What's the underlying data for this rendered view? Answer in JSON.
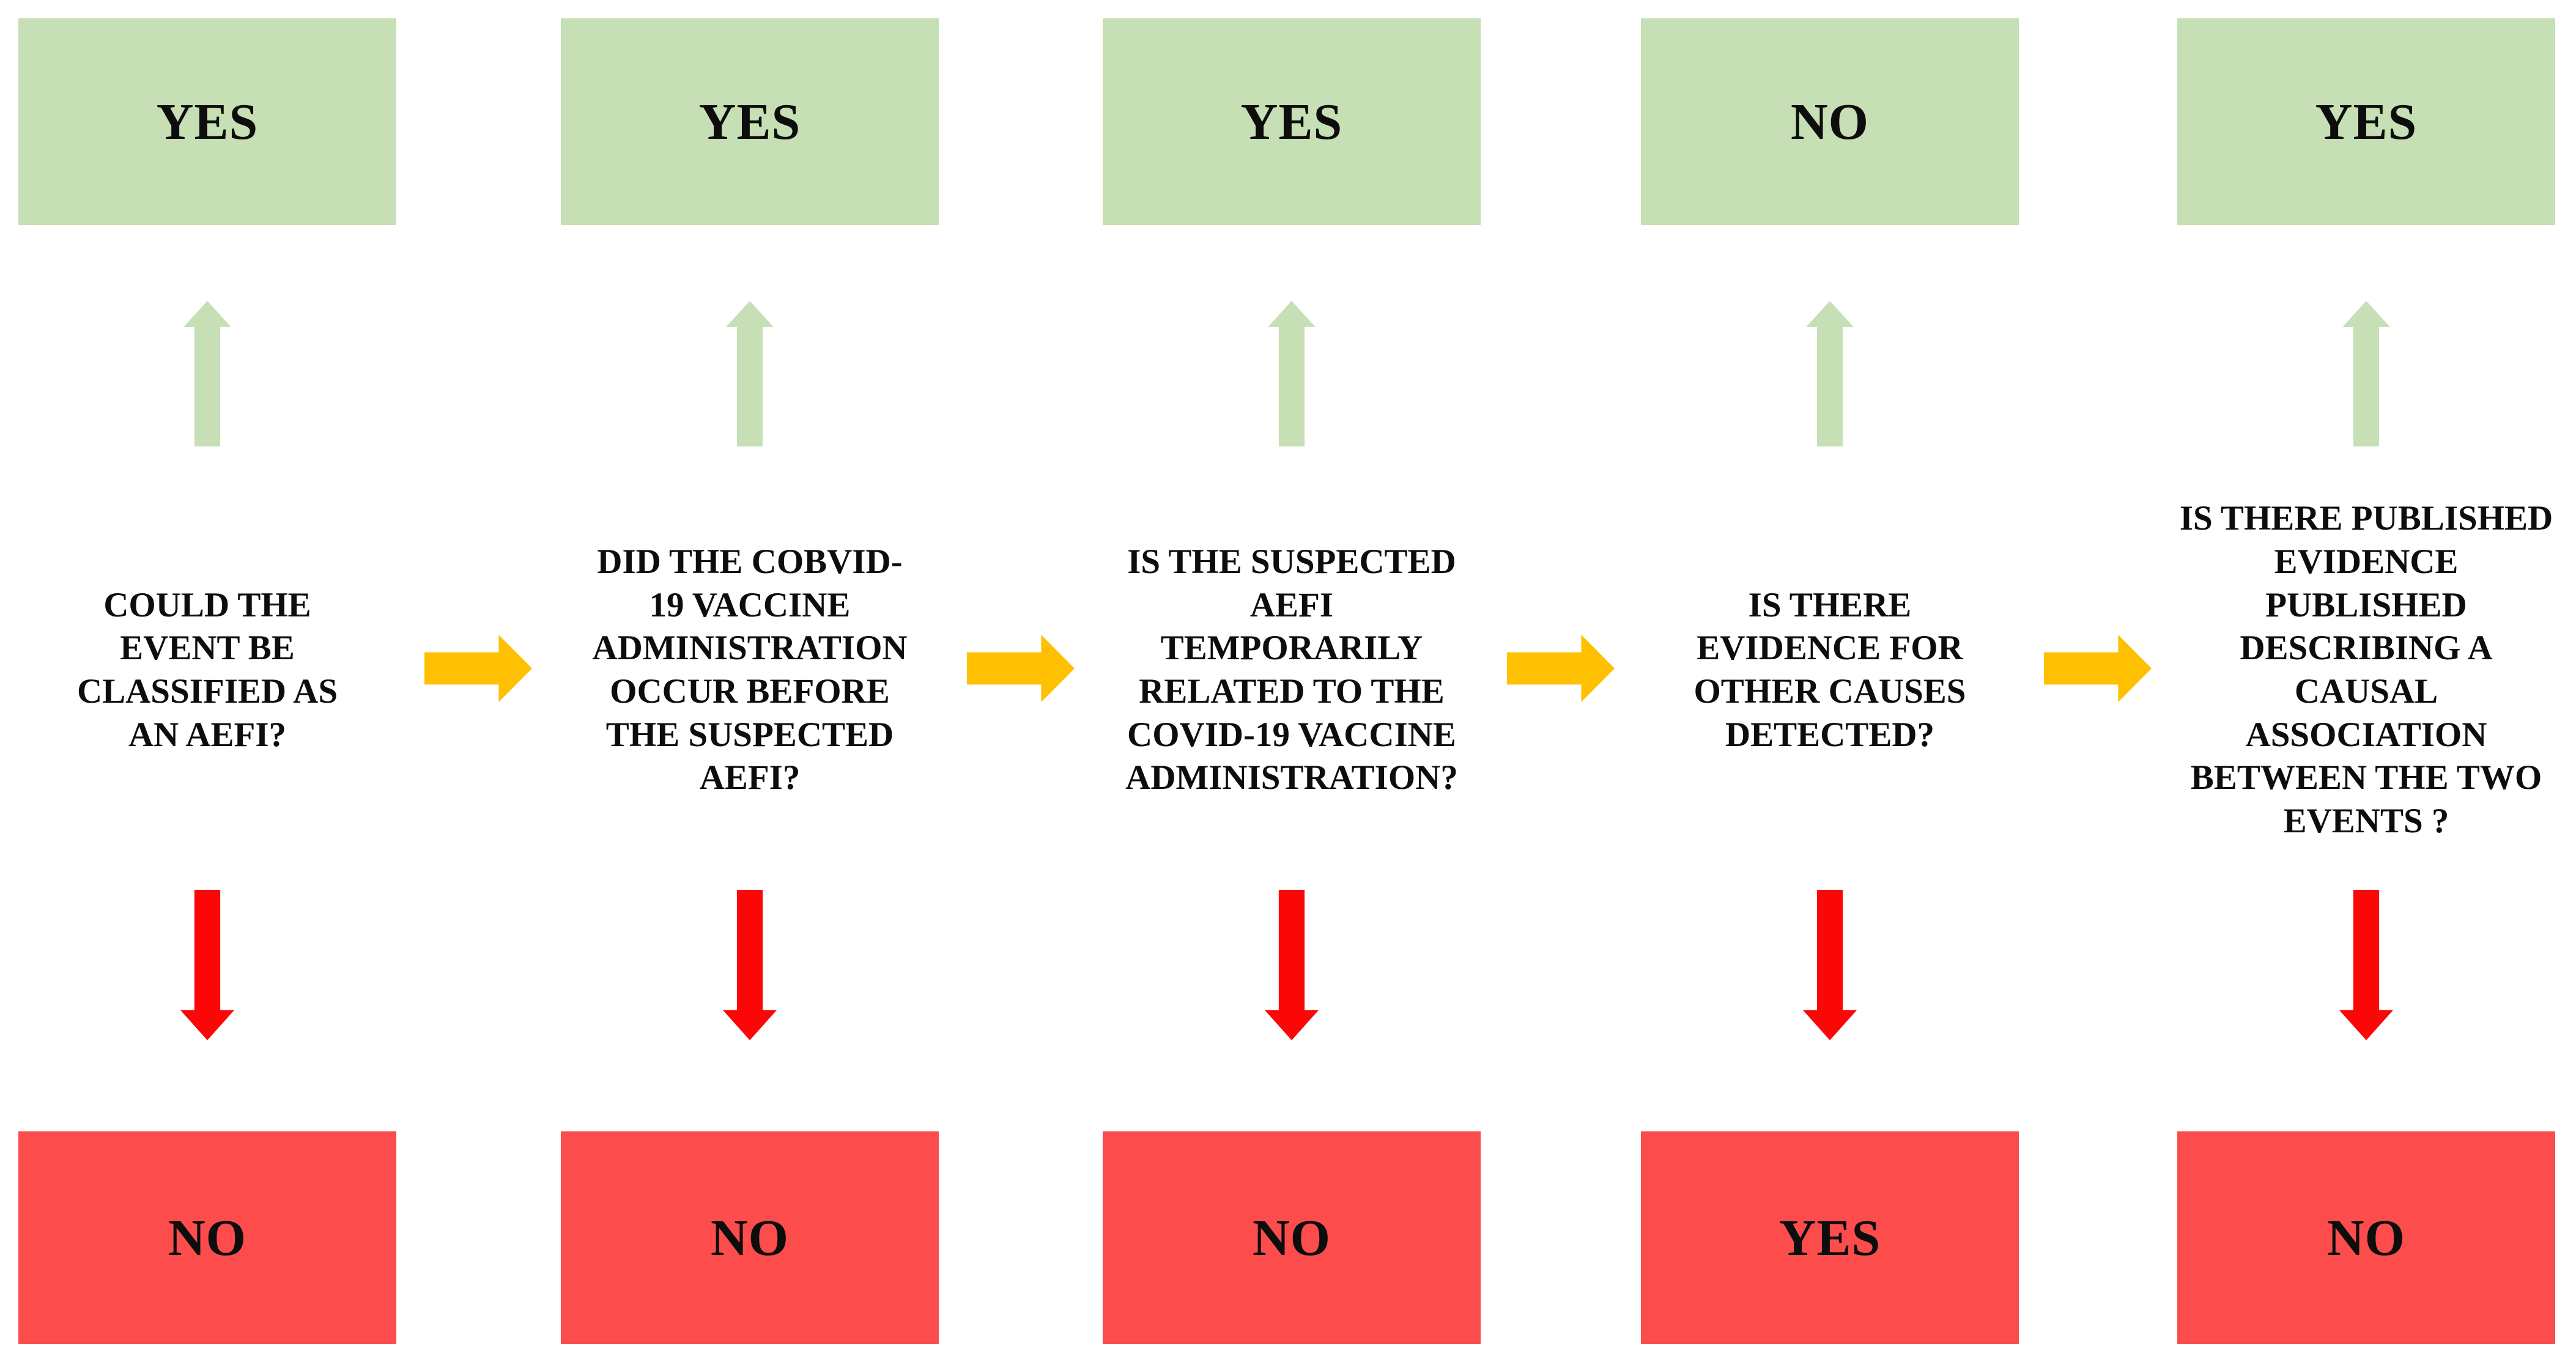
{
  "figure": {
    "type": "decision-flowchart",
    "background": "#ffffff",
    "colors": {
      "positive_box": "#c6dfb4",
      "negative_box": "#fc4c4c",
      "up_arrow": "#c6dfb4",
      "down_arrow": "#fb0707",
      "flow_arrow": "#fec000",
      "text": "#0d0d0d"
    },
    "icons": {
      "up_arrow": "block arrow pointing up (CSS clip-path shape)",
      "down_arrow": "block arrow pointing down (CSS clip-path shape)",
      "flow_arrow": "block arrow pointing right (CSS clip-path shape)"
    },
    "columns": [
      {
        "top_label": "YES",
        "question": "COULD THE\nEVENT BE\nCLASSIFIED AS\nAN AEFI?",
        "bottom_label": "NO"
      },
      {
        "top_label": "YES",
        "question": "DID THE COBVID-\n19 VACCINE\nADMINISTRATION\nOCCUR BEFORE\nTHE SUSPECTED\nAEFI?",
        "bottom_label": "NO"
      },
      {
        "top_label": "YES",
        "question": "IS THE SUSPECTED\nAEFI\nTEMPORARILY\nRELATED TO THE\nCOVID-19 VACCINE\nADMINISTRATION?",
        "bottom_label": "NO"
      },
      {
        "top_label": "NO",
        "question": "IS THERE\nEVIDENCE FOR\nOTHER CAUSES\nDETECTED?",
        "bottom_label": "YES"
      },
      {
        "top_label": "YES",
        "question": "IS THERE PUBLISHED\nEVIDENCE\nPUBLISHED\nDESCRIBING A\nCAUSAL\nASSOCIATION\nBETWEEN THE TWO\nEVENTS ?",
        "bottom_label": "NO"
      }
    ]
  }
}
